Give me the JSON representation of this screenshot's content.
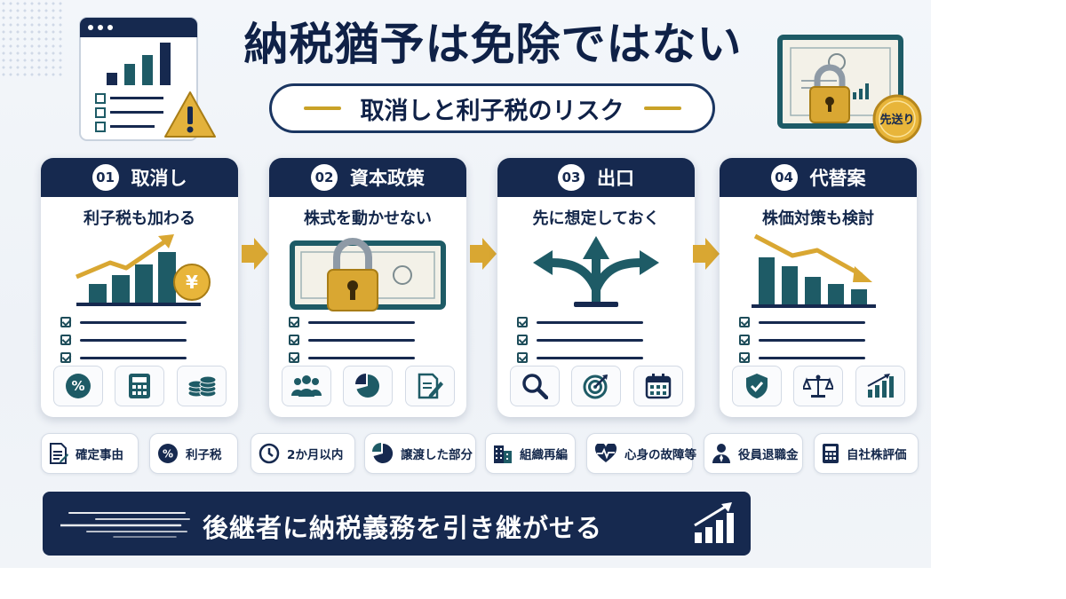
{
  "header": {
    "title": "納税猶予は免除ではない",
    "subtitle": "取消しと利子税のリスク",
    "badge": "先送り"
  },
  "steps": [
    {
      "num": "01",
      "title": "取消し",
      "subtitle": "利子税も加わる",
      "icons": [
        "percent-icon",
        "calculator-icon",
        "coins-icon"
      ]
    },
    {
      "num": "02",
      "title": "資本政策",
      "subtitle": "株式を動かせない",
      "icons": [
        "people-icon",
        "pie-chart-icon",
        "document-edit-icon"
      ]
    },
    {
      "num": "03",
      "title": "出口",
      "subtitle": "先に想定しておく",
      "icons": [
        "search-icon",
        "target-icon",
        "calendar-icon"
      ]
    },
    {
      "num": "04",
      "title": "代替案",
      "subtitle": "株価対策も検討",
      "icons": [
        "shield-check-icon",
        "scale-icon",
        "bar-chart-icon"
      ]
    }
  ],
  "chips": [
    {
      "label": "確定事由",
      "icon": "document-icon"
    },
    {
      "label": "利子税",
      "icon": "percent-icon"
    },
    {
      "label": "2か月以内",
      "icon": "clock-icon"
    },
    {
      "label": "譲渡した部分",
      "icon": "pie-chart-icon"
    },
    {
      "label": "組織再編",
      "icon": "building-icon"
    },
    {
      "label": "心身の故障等",
      "icon": "heart-pulse-icon"
    },
    {
      "label": "役員退職金",
      "icon": "person-icon"
    },
    {
      "label": "自社株評価",
      "icon": "calculator-icon"
    }
  ],
  "banner": {
    "text": "後継者に納税義務を引き継がせる"
  },
  "colors": {
    "navy": "#16294f",
    "gold": "#c9a227",
    "teal": "#1e5b66"
  }
}
